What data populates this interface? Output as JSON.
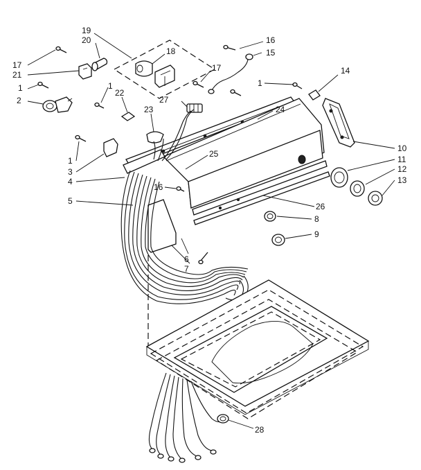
{
  "diagram": {
    "callouts": [
      {
        "id": "c19",
        "text": "19"
      },
      {
        "id": "c20",
        "text": "20"
      },
      {
        "id": "c18",
        "text": "18"
      },
      {
        "id": "c16a",
        "text": "16"
      },
      {
        "id": "c15",
        "text": "15"
      },
      {
        "id": "c17a",
        "text": "17"
      },
      {
        "id": "c21",
        "text": "21"
      },
      {
        "id": "c17b",
        "text": "17"
      },
      {
        "id": "c1a",
        "text": "1"
      },
      {
        "id": "c2",
        "text": "2"
      },
      {
        "id": "c1b",
        "text": "1"
      },
      {
        "id": "c22",
        "text": "22"
      },
      {
        "id": "c23",
        "text": "23"
      },
      {
        "id": "c27",
        "text": "27"
      },
      {
        "id": "c1c",
        "text": "1"
      },
      {
        "id": "c14",
        "text": "14"
      },
      {
        "id": "c24",
        "text": "24"
      },
      {
        "id": "c10",
        "text": "10"
      },
      {
        "id": "c11",
        "text": "11"
      },
      {
        "id": "c12",
        "text": "12"
      },
      {
        "id": "c13",
        "text": "13"
      },
      {
        "id": "c1d",
        "text": "1"
      },
      {
        "id": "c3",
        "text": "3"
      },
      {
        "id": "c4",
        "text": "4"
      },
      {
        "id": "c5",
        "text": "5"
      },
      {
        "id": "c25",
        "text": "25"
      },
      {
        "id": "c16b",
        "text": "16"
      },
      {
        "id": "c26",
        "text": "26"
      },
      {
        "id": "c8",
        "text": "8"
      },
      {
        "id": "c9",
        "text": "9"
      },
      {
        "id": "c6",
        "text": "6"
      },
      {
        "id": "c7",
        "text": "7"
      },
      {
        "id": "c28",
        "text": "28"
      }
    ]
  }
}
